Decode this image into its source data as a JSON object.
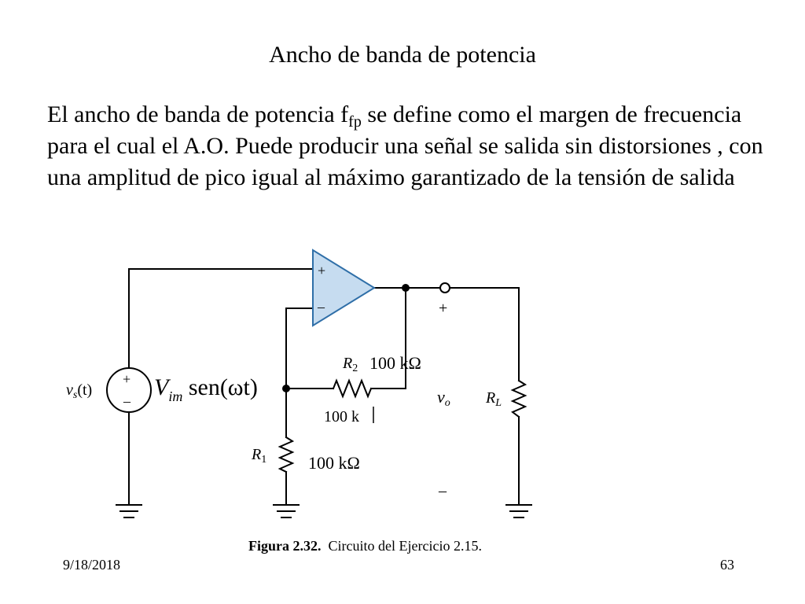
{
  "slide": {
    "title": "Ancho de banda de potencia",
    "paragraph": {
      "before_sub": "El ancho de banda de potencia f",
      "sub": "fp",
      "after_sub": " se define como el margen de frecuencia  para el cual el A.O. Puede producir una señal se salida sin distorsiones , con una amplitud de pico igual al máximo garantizado de la tensión de salida"
    },
    "footer": {
      "date": "9/18/2018",
      "page": "63"
    }
  },
  "circuit": {
    "opamp_plus": "+",
    "opamp_minus": "–",
    "source_label": {
      "main": "v",
      "sub": "s",
      "rest": "(t)"
    },
    "source_plus": "+",
    "source_minus": "–",
    "vim_label": {
      "main": "V",
      "sub": "im",
      "rest": " sen(ωt)"
    },
    "r2_label": {
      "main": "R",
      "sub": "2"
    },
    "r2_value": "100 kΩ",
    "r2_printed_value": "100 k",
    "r1_label": {
      "main": "R",
      "sub": "1"
    },
    "r1_value": "100 kΩ",
    "rl_label": {
      "main": "R",
      "sub": "L"
    },
    "vo_label": {
      "main": "v",
      "sub": "o"
    },
    "out_plus": "+",
    "out_minus": "–",
    "caption": {
      "bold": "Figura 2.32.",
      "text": "  Circuito del Ejercicio 2.15."
    }
  },
  "colors": {
    "opamp_fill": "#c6dcf0",
    "opamp_stroke": "#2f6fa8",
    "wire": "#000000"
  }
}
